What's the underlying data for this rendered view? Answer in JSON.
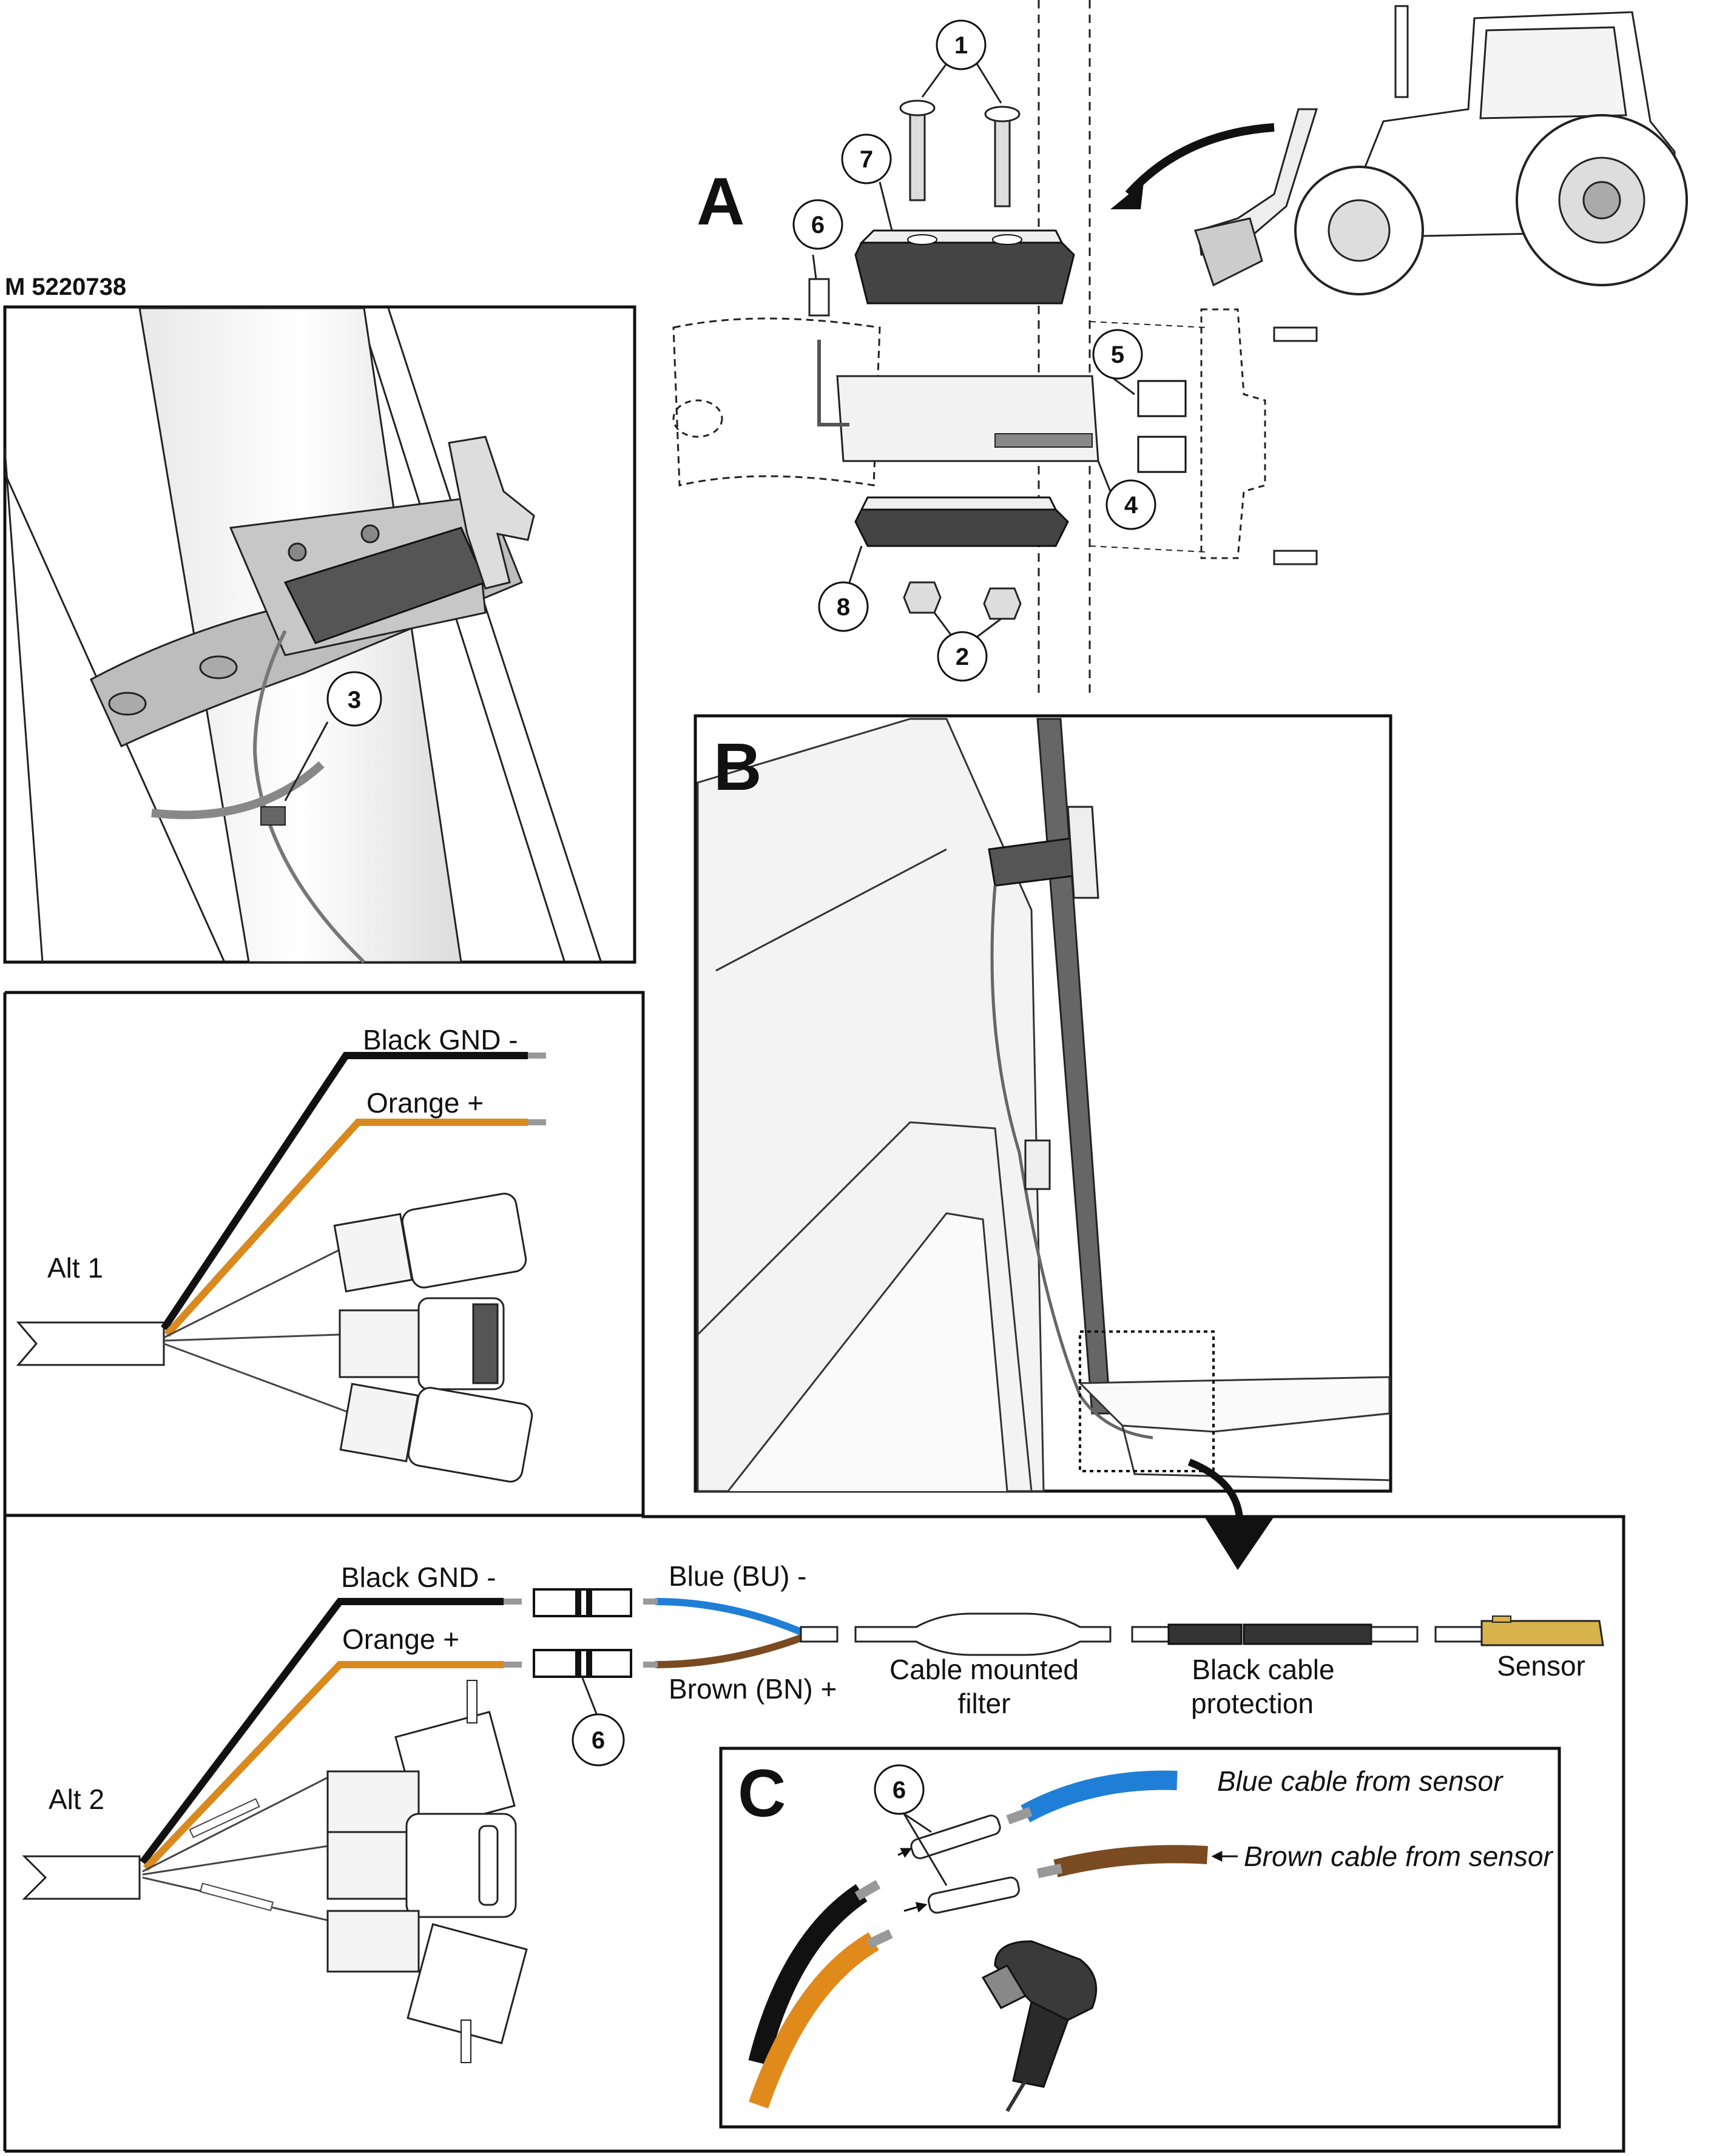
{
  "doc_id": "M 5220738",
  "panel_letters": {
    "a": "A",
    "b": "B",
    "c": "C"
  },
  "callouts": [
    "1",
    "2",
    "3",
    "4",
    "5",
    "6",
    "7",
    "8"
  ],
  "alt1": {
    "title": "Alt 1",
    "black_label": "Black GND -",
    "orange_label": "Orange +"
  },
  "alt2": {
    "title": "Alt 2",
    "black_label": "Black GND -",
    "orange_label": "Orange +",
    "blue_label": "Blue (BU) -",
    "brown_label": "Brown (BN)  +",
    "filter_label_1": "Cable mounted",
    "filter_label_2": "filter",
    "protection_label_1": "Black cable",
    "protection_label_2": "protection",
    "sensor_label": "Sensor"
  },
  "panel_c": {
    "blue_cable_label": "Blue cable from sensor",
    "brown_cable_label": "Brown cable from sensor"
  },
  "colors": {
    "black_wire": "#111111",
    "orange_wire": "#d98a1f",
    "blue_wire": "#1f7fd6",
    "brown_wire": "#7a4a22",
    "sensor": "#d8b24a",
    "gray_part": "#9a9a9a"
  }
}
